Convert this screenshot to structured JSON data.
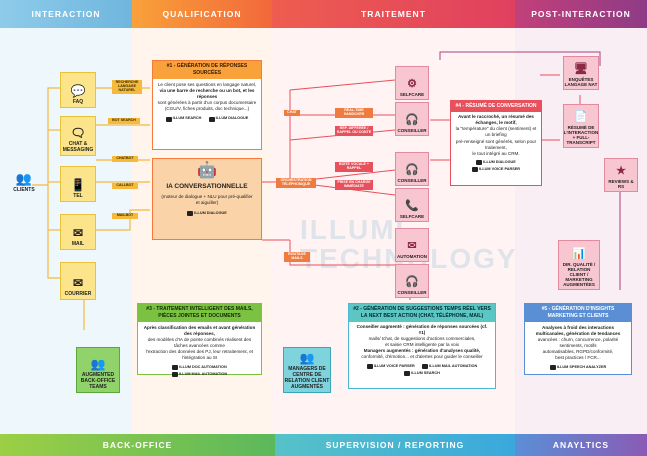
{
  "bands": {
    "interaction": "INTERACTION",
    "qualification": "QUALIFICATION",
    "traitement": "TRAITEMENT",
    "post_interaction": "POST-INTERACTION",
    "back_office": "BACK-OFFICE",
    "supervision": "SUPERVISION / REPORTING",
    "analytics": "ANAYLTICS"
  },
  "clients": "CLIENTS",
  "channels": {
    "faq": "FAQ",
    "chat": "CHAT & MESSAGING",
    "tel": "TEL",
    "mail": "MAIL",
    "courrier": "COURRIER",
    "back_office_teams": "AUGMENTED BACK-OFFICE TEAMS"
  },
  "tags": {
    "recherche": "RECHERCHE LANGAGE NATUREL",
    "bot_search": "BOT SEARCH",
    "chatbot": "CHATBOT",
    "callbot": "CALLBOT",
    "mailbot": "MAILBOT",
    "chat": "CHAT",
    "realtime": "REAL-TIME HANDOVER",
    "rep_differee": "RÉP. DIFFÉRÉE / RAPPEL OU CONTE",
    "orchestration": "ORCHESTRATION TÉLÉPHONIQUE",
    "boite_vocale": "BOÎTE VOCALE + RAPPEL",
    "prise_en_charge": "PRISE EN CHARGE IMMÉDIATE",
    "routage": "ROUTAGE MAILS"
  },
  "box1": {
    "title": "#1 - GÉNÉRATION DE RÉPONSES SOURCÉES",
    "line1": "Le client pose ses questions en langage naturel,",
    "line2": "via une barre de recherche ou un bot, et les réponses",
    "line3": "sont générées à partir d'un corpus documentaire",
    "line4": "(CGU/V, fiches produits, doc technique...)",
    "badge1": "ILLUM SEARCH",
    "badge2": "ILLUM DIALOGUE"
  },
  "ia": {
    "title": "IA CONVERSATIONNELLE",
    "sub": "(moteur de dialogue + NLU pour pré-qualifier et aiguiller)",
    "badge": "ILLUM DIALOGUE"
  },
  "pink": {
    "selfcare1": "SELFCARE",
    "conseiller1": "CONSEILLER",
    "conseiller2": "CONSEILLER",
    "selfcare2": "SELFCARE",
    "automation": "AUTOMATION",
    "conseiller3": "CONSEILLER",
    "enquetes": "ENQUÊTES LANGAGE NAT",
    "resume": "RÉSUMÉ DE L'INTERACTION + FULL-TRANSCRIPT",
    "reviews": "REVIEWS & RS",
    "dir_qualite": "DIR. QUALITÉ / RELATION CLIENT / MARKETING AUGMENTÉES"
  },
  "box4": {
    "title": "#4 - RÉSUMÉ DE CONVERSATION",
    "line1": "Avant le raccroché, un résumé des échanges, le motif,",
    "line2": "la \"température\" du client (sentiment) et un briefing",
    "line3": "pré-renseigné sont générés, selon pour traitement,",
    "line4": "le tout intégré au CRM.",
    "badge1": "ILLUM DIALOGUE",
    "badge2": "ILLUM VOICE PARSER"
  },
  "box3": {
    "title": "#3 - TRAITEMENT INTELLIGENT DES MAILS, PIÈCES JOINTES ET DOCUMENTS",
    "line1": "Après classification des emails et avant génération des réponses,",
    "line2": "des modèles d'IA de pointe combinés réalisent des tâches avancées comme",
    "line3": "l'extraction des données des PJ, leur retraitement, et l'intégration au SI",
    "badge1": "ILLUM DOC AUTOMATION",
    "badge2": "ILLUM MAIL AUTOMATION"
  },
  "managers": "MANAGERS DE CENTRE DE RELATION CLIENT AUGMENTÉS",
  "box2": {
    "title": "#2 - GÉNÉRATION DE SUGGESTIONS TEMPS RÉEL VERS LA NEXT BEST ACTION (CHAT, TÉLÉPHONE, MAIL)",
    "line1": "Conseiller augmenté : génération de réponses sourcées (cf. #1)",
    "line2": "mails/ tchat, de suggestions d'actions commerciales,",
    "line3": "et saisie CRM intelligente par la voix",
    "line4": "Managers augmentés : génération d'analyses qualité,",
    "line5": "conformité, d'émotion... et d'alertes pour guider le conseiller",
    "badge1": "ILLUM VOICE PARSER",
    "badge2": "ILLUM MAIL AUTOMATION",
    "badge3": "ILLUM SEARCH"
  },
  "box5": {
    "title": "#5 - GÉNÉRATION D'INSIGHTS MARKETING ET CLIENTS",
    "line1": "Analyses à froid des interactions multicanales, génération de tendances",
    "line2": "avancées : churn, concurrence, polarité sentiments, motifs",
    "line3": "automatisables, RGPD/conformité,",
    "line4": "best practices / FCR...",
    "badge1": "ILLUM SPEECH ANALYZER"
  },
  "watermark": {
    "line1": "ILLUMI",
    "line2": "TECHNOLOGY"
  },
  "colors": {
    "interaction": "#7fc3e6",
    "qualification": "#f47b3a",
    "traitement": "#e8505b",
    "post_interaction": "#a8407e",
    "back_office": "#7cc242",
    "supervision": "#4bb8d6",
    "analytics": "#8a6bb5"
  }
}
